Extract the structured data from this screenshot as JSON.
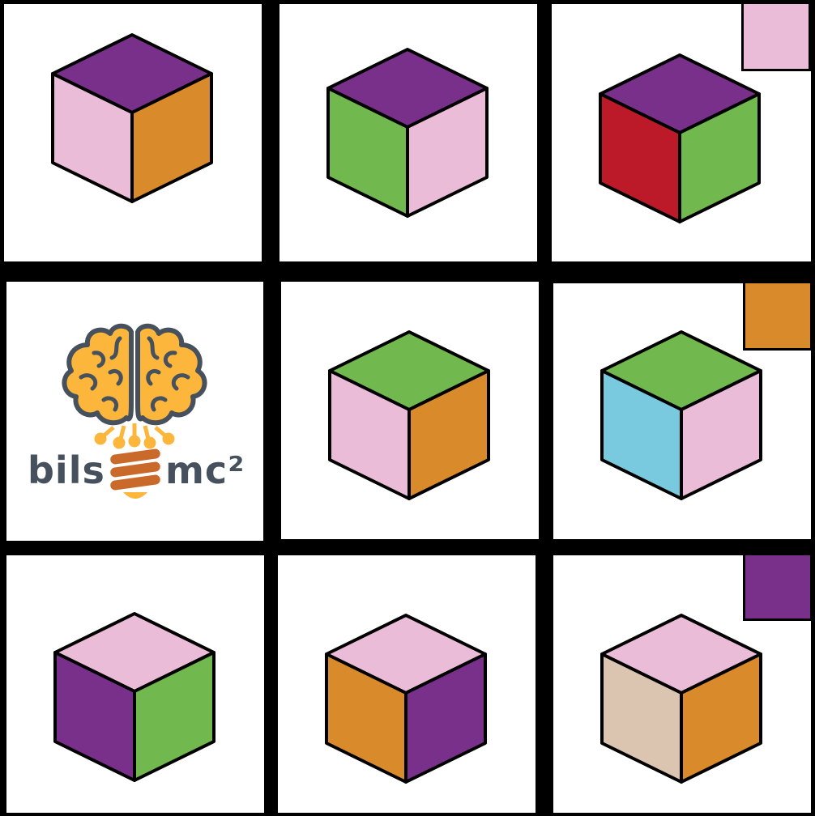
{
  "colors": {
    "purple": "#78308a",
    "pink": "#ebbcd8",
    "orange": "#d98b2c",
    "green": "#71b84e",
    "red": "#bd1a29",
    "blue": "#79c9df",
    "tan": "#dcc5b0",
    "outline": "#000000",
    "logo_bulb": "#fbb63b",
    "logo_outline": "#46515d",
    "logo_coil": "#c96a2b"
  },
  "tiles": [
    {
      "kind": "cube",
      "top": "purple",
      "left": "pink",
      "right": "orange",
      "corner": null
    },
    {
      "kind": "cube",
      "top": "purple",
      "left": "green",
      "right": "pink",
      "corner": null
    },
    {
      "kind": "cube",
      "top": "purple",
      "left": "red",
      "right": "green",
      "corner": "pink"
    },
    {
      "kind": "logo"
    },
    {
      "kind": "cube",
      "top": "green",
      "left": "pink",
      "right": "orange",
      "corner": null
    },
    {
      "kind": "cube",
      "top": "green",
      "left": "blue",
      "right": "pink",
      "corner": "orange"
    },
    {
      "kind": "cube",
      "top": "pink",
      "left": "purple",
      "right": "green",
      "corner": null
    },
    {
      "kind": "cube",
      "top": "pink",
      "left": "orange",
      "right": "purple",
      "corner": null
    },
    {
      "kind": "cube",
      "top": "pink",
      "left": "tan",
      "right": "orange",
      "corner": "purple"
    }
  ],
  "logo": {
    "word_left": "bils",
    "word_right": "mc²"
  }
}
